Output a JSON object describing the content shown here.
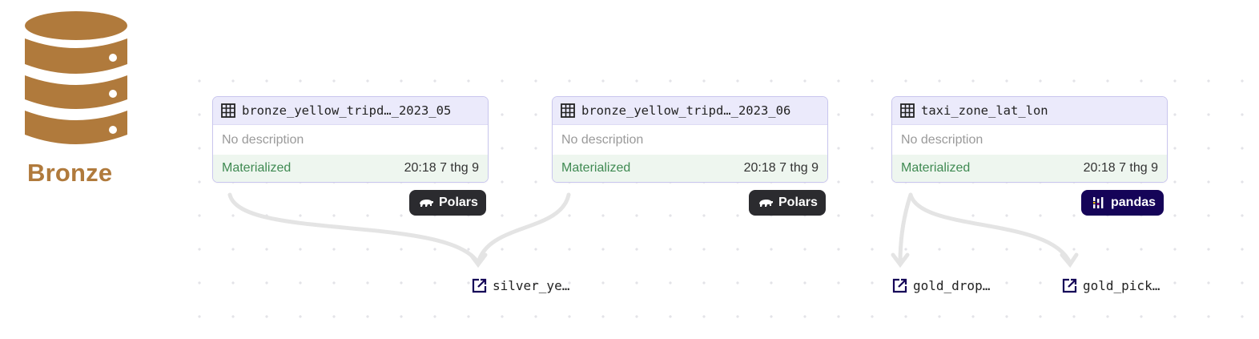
{
  "layer": {
    "label": "Bronze",
    "color": "#b07a3c"
  },
  "assets": [
    {
      "name": "bronze_yellow_tripd…_2023_05",
      "description": "No description",
      "status": "Materialized",
      "time": "20:18 7 thg 9",
      "kind": "Polars",
      "kind_icon": "polar-bear-icon",
      "kind_color": "#2b2b2f"
    },
    {
      "name": "bronze_yellow_tripd…_2023_06",
      "description": "No description",
      "status": "Materialized",
      "time": "20:18 7 thg 9",
      "kind": "Polars",
      "kind_icon": "polar-bear-icon",
      "kind_color": "#2b2b2f"
    },
    {
      "name": "taxi_zone_lat_lon",
      "description": "No description",
      "status": "Materialized",
      "time": "20:18 7 thg 9",
      "kind": "pandas",
      "kind_icon": "pandas-icon",
      "kind_color": "#150458"
    }
  ],
  "downstream_links": [
    {
      "name": "silver_ye…",
      "icon": "external-link-icon"
    },
    {
      "name": "gold_drop…",
      "icon": "external-link-icon"
    },
    {
      "name": "gold_pick…",
      "icon": "external-link-icon"
    }
  ],
  "colors": {
    "node_header": "#ebeafb",
    "node_border": "#c9c6ee",
    "status_bg": "#eef6ef",
    "status_text": "#3f8a52",
    "edge": "#e6e6e6"
  }
}
